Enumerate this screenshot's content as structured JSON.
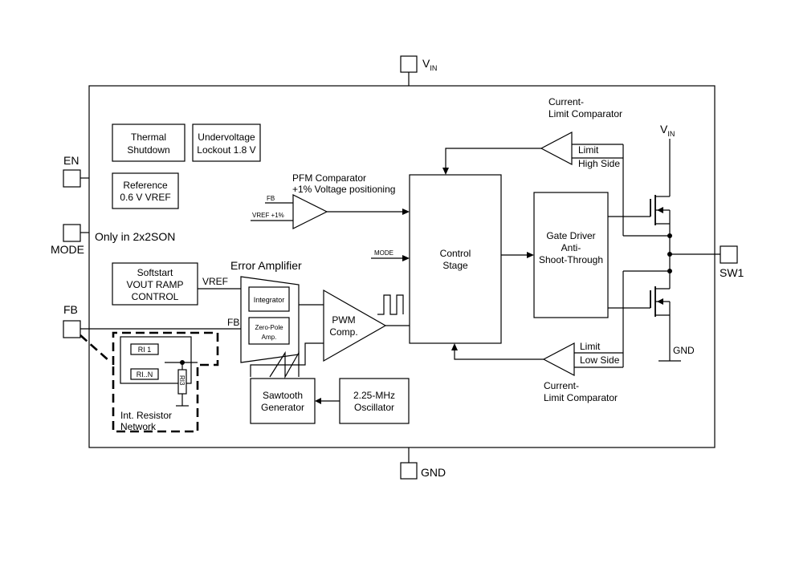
{
  "pins": {
    "vin": "V",
    "vin_sub": "IN",
    "en": "EN",
    "mode": "MODE",
    "mode_note": "Only in  2x2SON",
    "fb": "FB",
    "gnd": "GND",
    "sw1": "SW1"
  },
  "blocks": {
    "thermal": [
      "Thermal",
      "Shutdown"
    ],
    "undervoltage": [
      "Undervoltage",
      "Lockout 1.8 V"
    ],
    "reference": [
      "Reference",
      "0.6 V VREF"
    ],
    "softstart": [
      "Softstart",
      "VOUT RAMP",
      "CONTROL"
    ],
    "control": [
      "Control",
      "Stage"
    ],
    "gate_driver": [
      "Gate Driver",
      "Anti-",
      "Shoot-Through"
    ],
    "sawtooth": [
      "Sawtooth",
      "Generator"
    ],
    "oscillator": [
      "2.25-MHz",
      "Oscillator"
    ],
    "pwm": [
      "PWM",
      "Comp."
    ],
    "integrator": "Integrator",
    "zero_pole": [
      "Zero-Pole",
      "Amp."
    ],
    "resistor_network": [
      "Int. Resistor",
      "Network"
    ]
  },
  "labels": {
    "error_amplifier": "Error Amplifier",
    "pfm_comparator": [
      "PFM Comparator",
      "+1% Voltage positioning"
    ],
    "pfm_fb": "FB",
    "pfm_vref": "VREF +1%",
    "mode_signal": "MODE",
    "vref_signal": "VREF",
    "fb_signal": "FB",
    "cl_top": [
      "Current-",
      "Limit Comparator"
    ],
    "cl_bottom": [
      "Current-",
      "Limit Comparator"
    ],
    "limit_high": [
      "Limit",
      "High Side"
    ],
    "limit_low": [
      "Limit",
      "Low Side"
    ],
    "vin_switch": "V",
    "vin_switch_sub": "IN",
    "gnd_switch": "GND",
    "r1": "RI 1",
    "rn": "RI..N",
    "r3": "RI3"
  }
}
